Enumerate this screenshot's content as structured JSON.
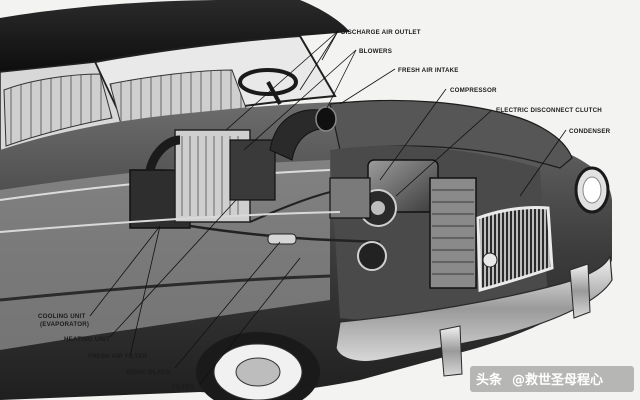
{
  "labels": {
    "discharge_air_outlet": "DISCHARGE AIR OUTLET",
    "blowers": "BLOWERS",
    "fresh_air_intake": "FRESH AIR INTAKE",
    "compressor": "COMPRESSOR",
    "electric_disconnect_clutch": "ELECTRIC DISCONNECT CLUTCH",
    "condenser": "CONDENSER",
    "cooling_unit_line1": "COOLING UNIT",
    "cooling_unit_line2": "(EVAPORATOR)",
    "heating_unit": "HEATING UNIT",
    "fresh_air_filter": "FRESH AIR FILTER",
    "sight_glass": "SIGHT GLASS",
    "filter": "FILTER"
  },
  "watermark": {
    "platform": "头条",
    "account": "@救世圣母程心"
  }
}
